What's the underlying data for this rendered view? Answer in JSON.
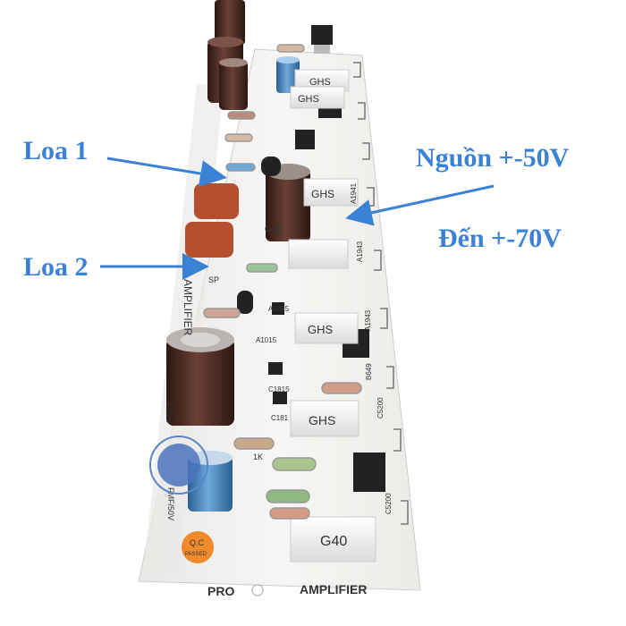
{
  "labels": {
    "speaker1": "Loa 1",
    "speaker2": "Loa 2",
    "power_supply": "Nguồn +-50V",
    "power_range": "Đến +-70V"
  },
  "board": {
    "title_left": "PRO",
    "title_right": "AMPLIFIER",
    "vertical_title": "AMPLIFIER",
    "gnd": "GND",
    "sp": "SP",
    "resistor_mark": "GHS",
    "resistor_mark_bottom": "G40",
    "parts": {
      "a1015_a": "A1015",
      "a1015_b": "A1015",
      "c1815": "C1815",
      "c181": "C181",
      "b649": "B649",
      "c5200_a": "C5200",
      "c5200_b": "C5200",
      "a1943_a": "A1943",
      "a1943_b": "A1943",
      "a1941": "A1941",
      "r1k": "1K",
      "cap_value": "FMF/50V",
      "cap_value_2": "F/50V"
    },
    "qc_line1": "Q.C",
    "qc_line2": "PASSED"
  },
  "colors": {
    "label_blue": "#3b82d6",
    "board_white": "#f4f3f1",
    "cap_brown": "#4a2a22",
    "cap_blue": "#3b7fbf",
    "film_cap": "#b4502f",
    "qc_orange": "#f08a2a"
  }
}
